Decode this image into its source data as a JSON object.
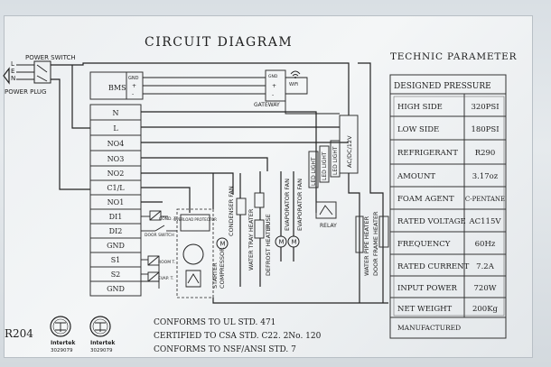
{
  "diagram": {
    "title": "CIRCUIT DIAGRAM",
    "power_switch": "POWER SWITCH",
    "power_plug": "POWER PLUG",
    "line_labels": [
      "L",
      "E",
      "N"
    ],
    "bms": "BMS",
    "bms_pins": [
      "GND",
      "+",
      "-"
    ],
    "gateway": "GATEWAY",
    "gateway_pins": [
      "GND",
      "+",
      "-"
    ],
    "wifi": "WiFi",
    "terminals": [
      "N",
      "L",
      "NO4",
      "NO3",
      "NO2",
      "C1/L",
      "NO1",
      "DI1",
      "DI2",
      "GND",
      "S1",
      "S2",
      "GND"
    ],
    "sensors": [
      "COND. T.",
      "DOOR SWITCH",
      "ROOM T.",
      "EVAP. T."
    ],
    "overload": "OVERLOAD PROTECTOR",
    "motor_symbol": "M",
    "starter": "STARTER",
    "compressor": "COMPRESSOR",
    "loads": [
      "CONDENSER FAN",
      "WATER TRAY HEATER",
      "FUSE",
      "DEFROST HEATER",
      "EVAPORATOR FAN",
      "EVAPORATOR FAN"
    ],
    "led_lights": [
      "LED LIGHT",
      "LED LIGHT",
      "LED LIGHT"
    ],
    "driver": "AC/DC/12V",
    "relay": "RELAY",
    "pipe_heater": "WATER PIPE HEATER",
    "frame_heater": "DOOR FRAME HEATER",
    "model": "R204",
    "cert_brand": "Intertek",
    "cert_numbers": [
      "3029079",
      "3029079"
    ],
    "conformity": [
      "CONFORMS TO UL STD. 471",
      "CERTIFIED TO CSA STD. C22. 2No. 120",
      "CONFORMS TO NSF/ANSI STD. 7"
    ]
  },
  "parameters": {
    "title": "TECHNIC PARAMETER",
    "header": "DESIGNED PRESSURE",
    "rows": [
      {
        "label": "HIGH SIDE",
        "value": "320PSI"
      },
      {
        "label": "LOW SIDE",
        "value": "180PSI"
      },
      {
        "label": "REFRIGERANT",
        "value": "R290"
      },
      {
        "label": "AMOUNT",
        "value": "3.17oz"
      },
      {
        "label": "FOAM AGENT",
        "value": "C-PENTANE"
      },
      {
        "label": "RATED VOLTAGE",
        "value": "AC115V"
      },
      {
        "label": "FREQUENCY",
        "value": "60Hz"
      },
      {
        "label": "RATED CURRENT",
        "value": "7.2A"
      },
      {
        "label": "INPUT POWER",
        "value": "720W"
      },
      {
        "label": "NET WEIGHT",
        "value": "200Kg"
      },
      {
        "label": "MANUFACTURED",
        "value": ""
      }
    ]
  }
}
